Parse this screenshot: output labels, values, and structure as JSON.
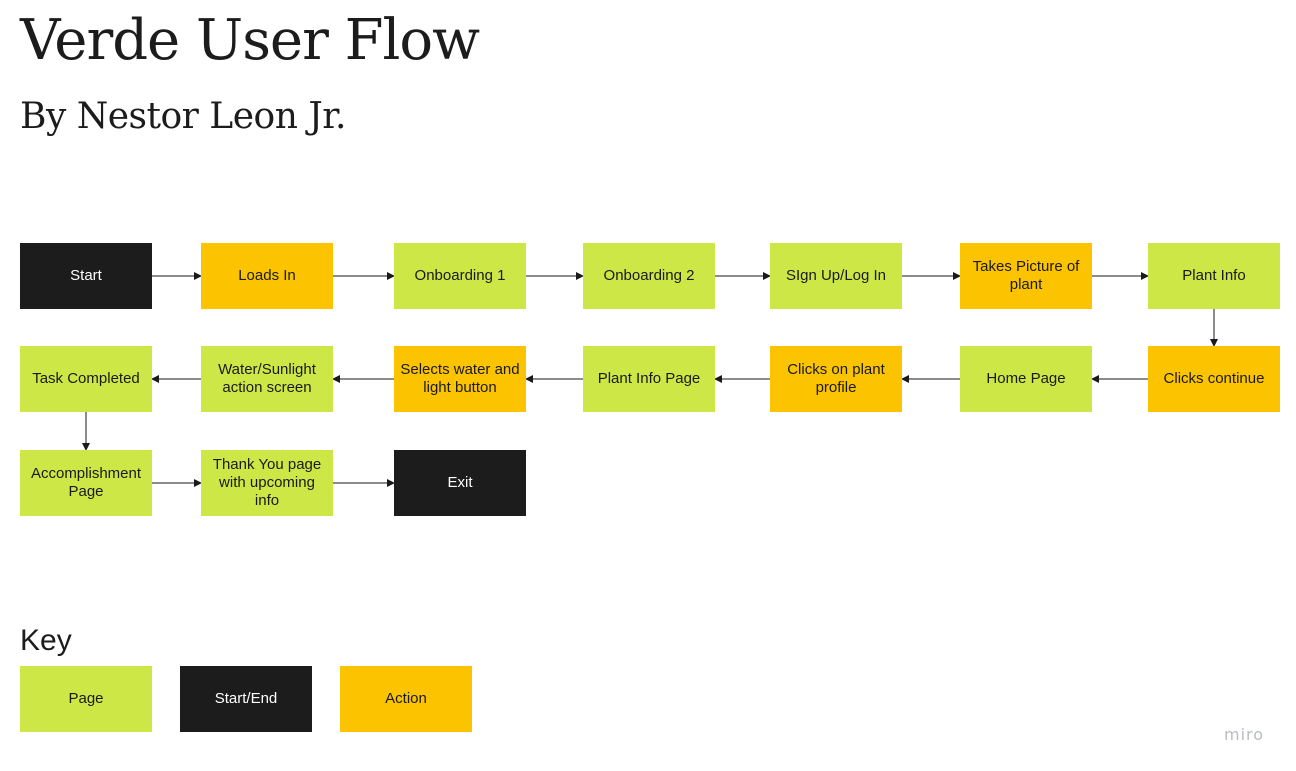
{
  "title": "Verde User Flow",
  "subtitle": "By Nestor Leon Jr.",
  "colors": {
    "page": "#cde846",
    "action": "#fcc400",
    "terminal": "#1c1c1c"
  },
  "nodes": [
    {
      "id": "start",
      "label": "Start",
      "type": "terminal"
    },
    {
      "id": "loads-in",
      "label": "Loads In",
      "type": "action"
    },
    {
      "id": "onboarding-1",
      "label": "Onboarding 1",
      "type": "page"
    },
    {
      "id": "onboarding-2",
      "label": "Onboarding 2",
      "type": "page"
    },
    {
      "id": "sign-up-log-in",
      "label": "SIgn Up/Log In",
      "type": "page"
    },
    {
      "id": "takes-picture",
      "label": "Takes Picture of plant",
      "type": "action"
    },
    {
      "id": "plant-info",
      "label": "Plant Info",
      "type": "page"
    },
    {
      "id": "clicks-continue",
      "label": "Clicks continue",
      "type": "action"
    },
    {
      "id": "home-page",
      "label": "Home Page",
      "type": "page"
    },
    {
      "id": "clicks-plant-profile",
      "label": "Clicks on plant profile",
      "type": "action"
    },
    {
      "id": "plant-info-page",
      "label": "Plant Info Page",
      "type": "page"
    },
    {
      "id": "selects-water-light",
      "label": "Selects water and light button",
      "type": "action"
    },
    {
      "id": "water-sunlight-screen",
      "label": "Water/Sunlight action  screen",
      "type": "page"
    },
    {
      "id": "task-completed",
      "label": "Task Completed",
      "type": "page"
    },
    {
      "id": "accomplishment-page",
      "label": "Accomplishment Page",
      "type": "page"
    },
    {
      "id": "thank-you-page",
      "label": "Thank You page with upcoming info",
      "type": "page"
    },
    {
      "id": "exit",
      "label": "Exit",
      "type": "terminal"
    }
  ],
  "edges": [
    [
      "start",
      "loads-in"
    ],
    [
      "loads-in",
      "onboarding-1"
    ],
    [
      "onboarding-1",
      "onboarding-2"
    ],
    [
      "onboarding-2",
      "sign-up-log-in"
    ],
    [
      "sign-up-log-in",
      "takes-picture"
    ],
    [
      "takes-picture",
      "plant-info"
    ],
    [
      "plant-info",
      "clicks-continue"
    ],
    [
      "clicks-continue",
      "home-page"
    ],
    [
      "home-page",
      "clicks-plant-profile"
    ],
    [
      "clicks-plant-profile",
      "plant-info-page"
    ],
    [
      "plant-info-page",
      "selects-water-light"
    ],
    [
      "selects-water-light",
      "water-sunlight-screen"
    ],
    [
      "water-sunlight-screen",
      "task-completed"
    ],
    [
      "task-completed",
      "accomplishment-page"
    ],
    [
      "accomplishment-page",
      "thank-you-page"
    ],
    [
      "thank-you-page",
      "exit"
    ]
  ],
  "key": {
    "title": "Key",
    "items": [
      {
        "label": "Page",
        "type": "page"
      },
      {
        "label": "Start/End",
        "type": "terminal"
      },
      {
        "label": "Action",
        "type": "action"
      }
    ]
  },
  "watermark": "miro"
}
